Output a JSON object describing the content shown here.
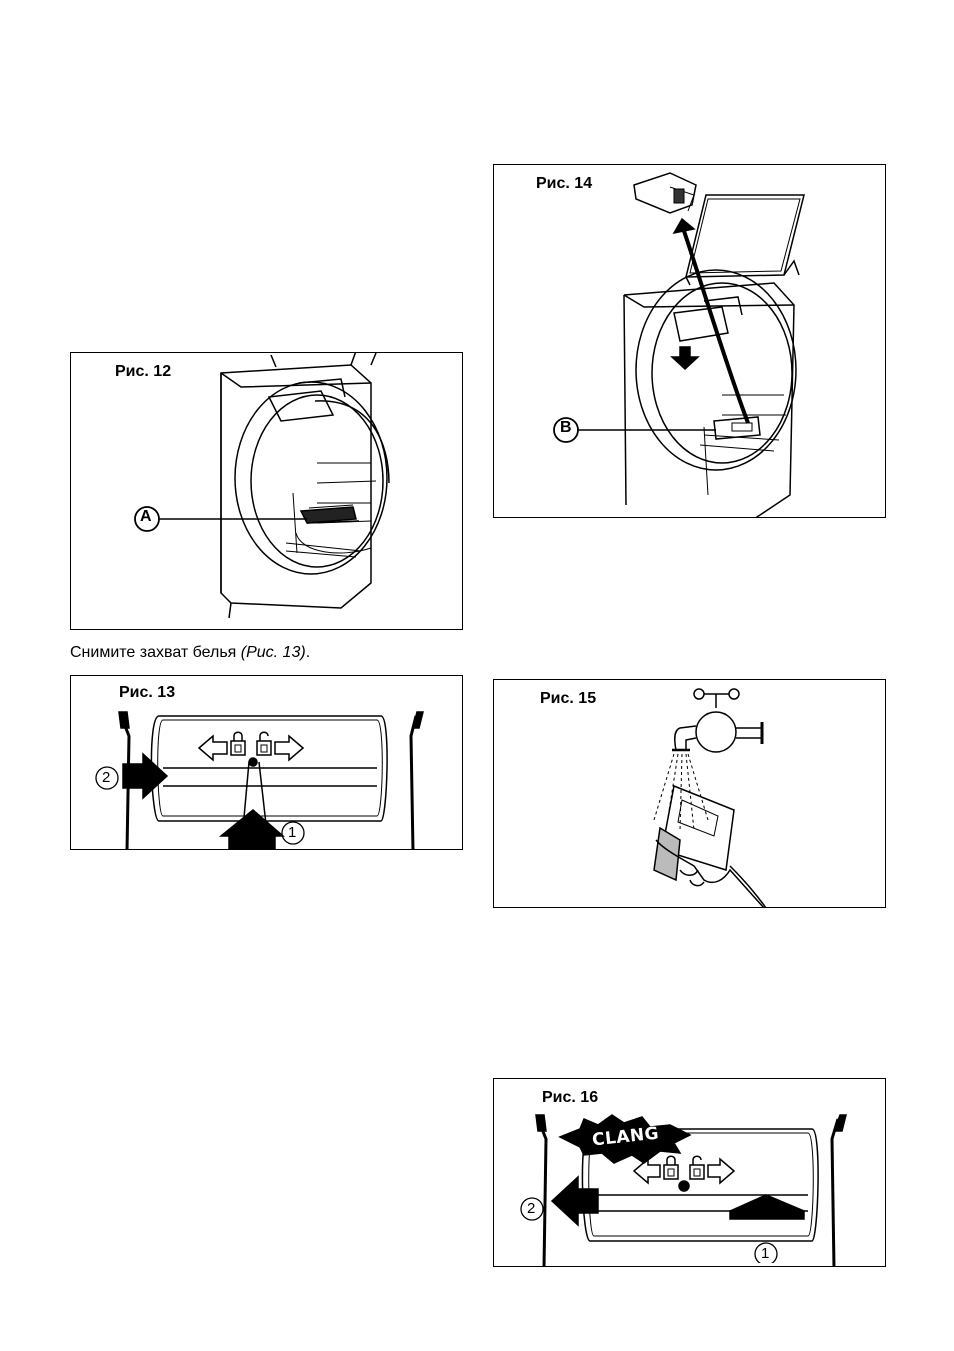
{
  "figures": {
    "fig12": {
      "label": "Рис. 12",
      "callout": "A"
    },
    "fig13": {
      "label": "Рис. 13",
      "step1": "1",
      "step2": "2"
    },
    "fig14": {
      "label": "Рис. 14",
      "callout": "B"
    },
    "fig15": {
      "label": "Рис. 15"
    },
    "fig16": {
      "label": "Рис. 16",
      "sound": "CLANG",
      "step1": "1",
      "step2": "2"
    }
  },
  "caption13": {
    "text": "Снимите захват белья ",
    "ref": "(Рис. 13)",
    "end": "."
  },
  "icons": [
    "left-arrow-icon",
    "lock-closed-icon",
    "lock-open-icon",
    "right-arrow-icon",
    "faucet-icon",
    "hand-icon"
  ]
}
